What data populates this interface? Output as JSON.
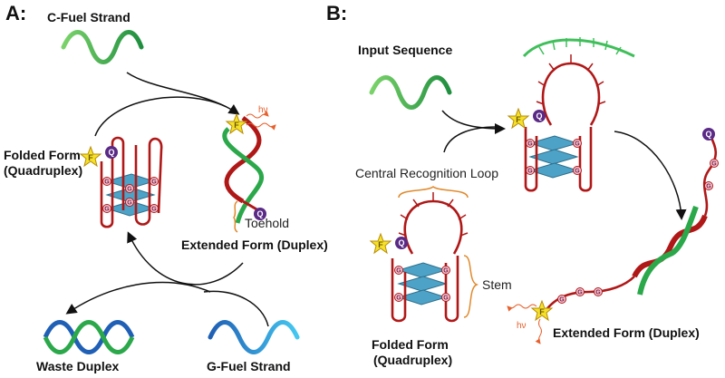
{
  "panels": {
    "a": {
      "label": "A:",
      "c_fuel_strand": "C-Fuel Strand",
      "folded_form_line1": "Folded Form",
      "folded_form_line2": "(Quadruplex)",
      "toehold": "Toehold",
      "extended_form": "Extended Form (Duplex)",
      "waste_duplex": "Waste Duplex",
      "g_fuel_strand": "G-Fuel Strand",
      "hv": "hν"
    },
    "b": {
      "label": "B:",
      "input_sequence": "Input Sequence",
      "central_recognition_loop": "Central Recognition Loop",
      "stem": "Stem",
      "folded_form_line1": "Folded Form",
      "folded_form_line2": "(Quadruplex)",
      "extended_form": "Extended Form (Duplex)",
      "hv": "hν"
    }
  },
  "glyphs": {
    "fluorophore": "F",
    "quencher": "Q",
    "guanine": "G"
  },
  "colors": {
    "strand_green": "#2aa84a",
    "strand_red": "#b01818",
    "strand_blue": "#1f5fb5",
    "strand_cyan": "#2fb6e6",
    "tetrad_blue": "#4da3c7",
    "fluorophore_yellow": "#f5e12a",
    "quencher_purple": "#5a2a86",
    "bracket_orange": "#e08a2c",
    "emission_orange": "#e8602c"
  }
}
